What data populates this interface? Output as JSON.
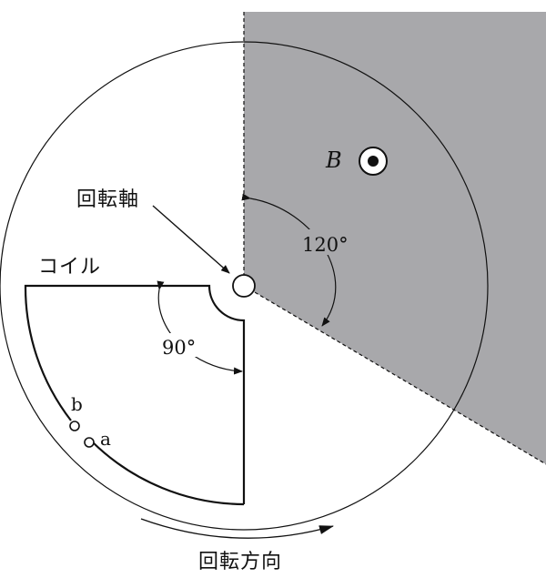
{
  "labels": {
    "field": "B",
    "axis": "回転軸",
    "coil": "コイル",
    "angle_field": "120°",
    "angle_coil": "90°",
    "terminal_b": "b",
    "terminal_a": "a",
    "rotation": "回転方向"
  },
  "colors": {
    "field_region": "#a8a8ab",
    "line": "#111111"
  },
  "icons": {
    "field_symbol": "out-of-page-dot-icon"
  }
}
